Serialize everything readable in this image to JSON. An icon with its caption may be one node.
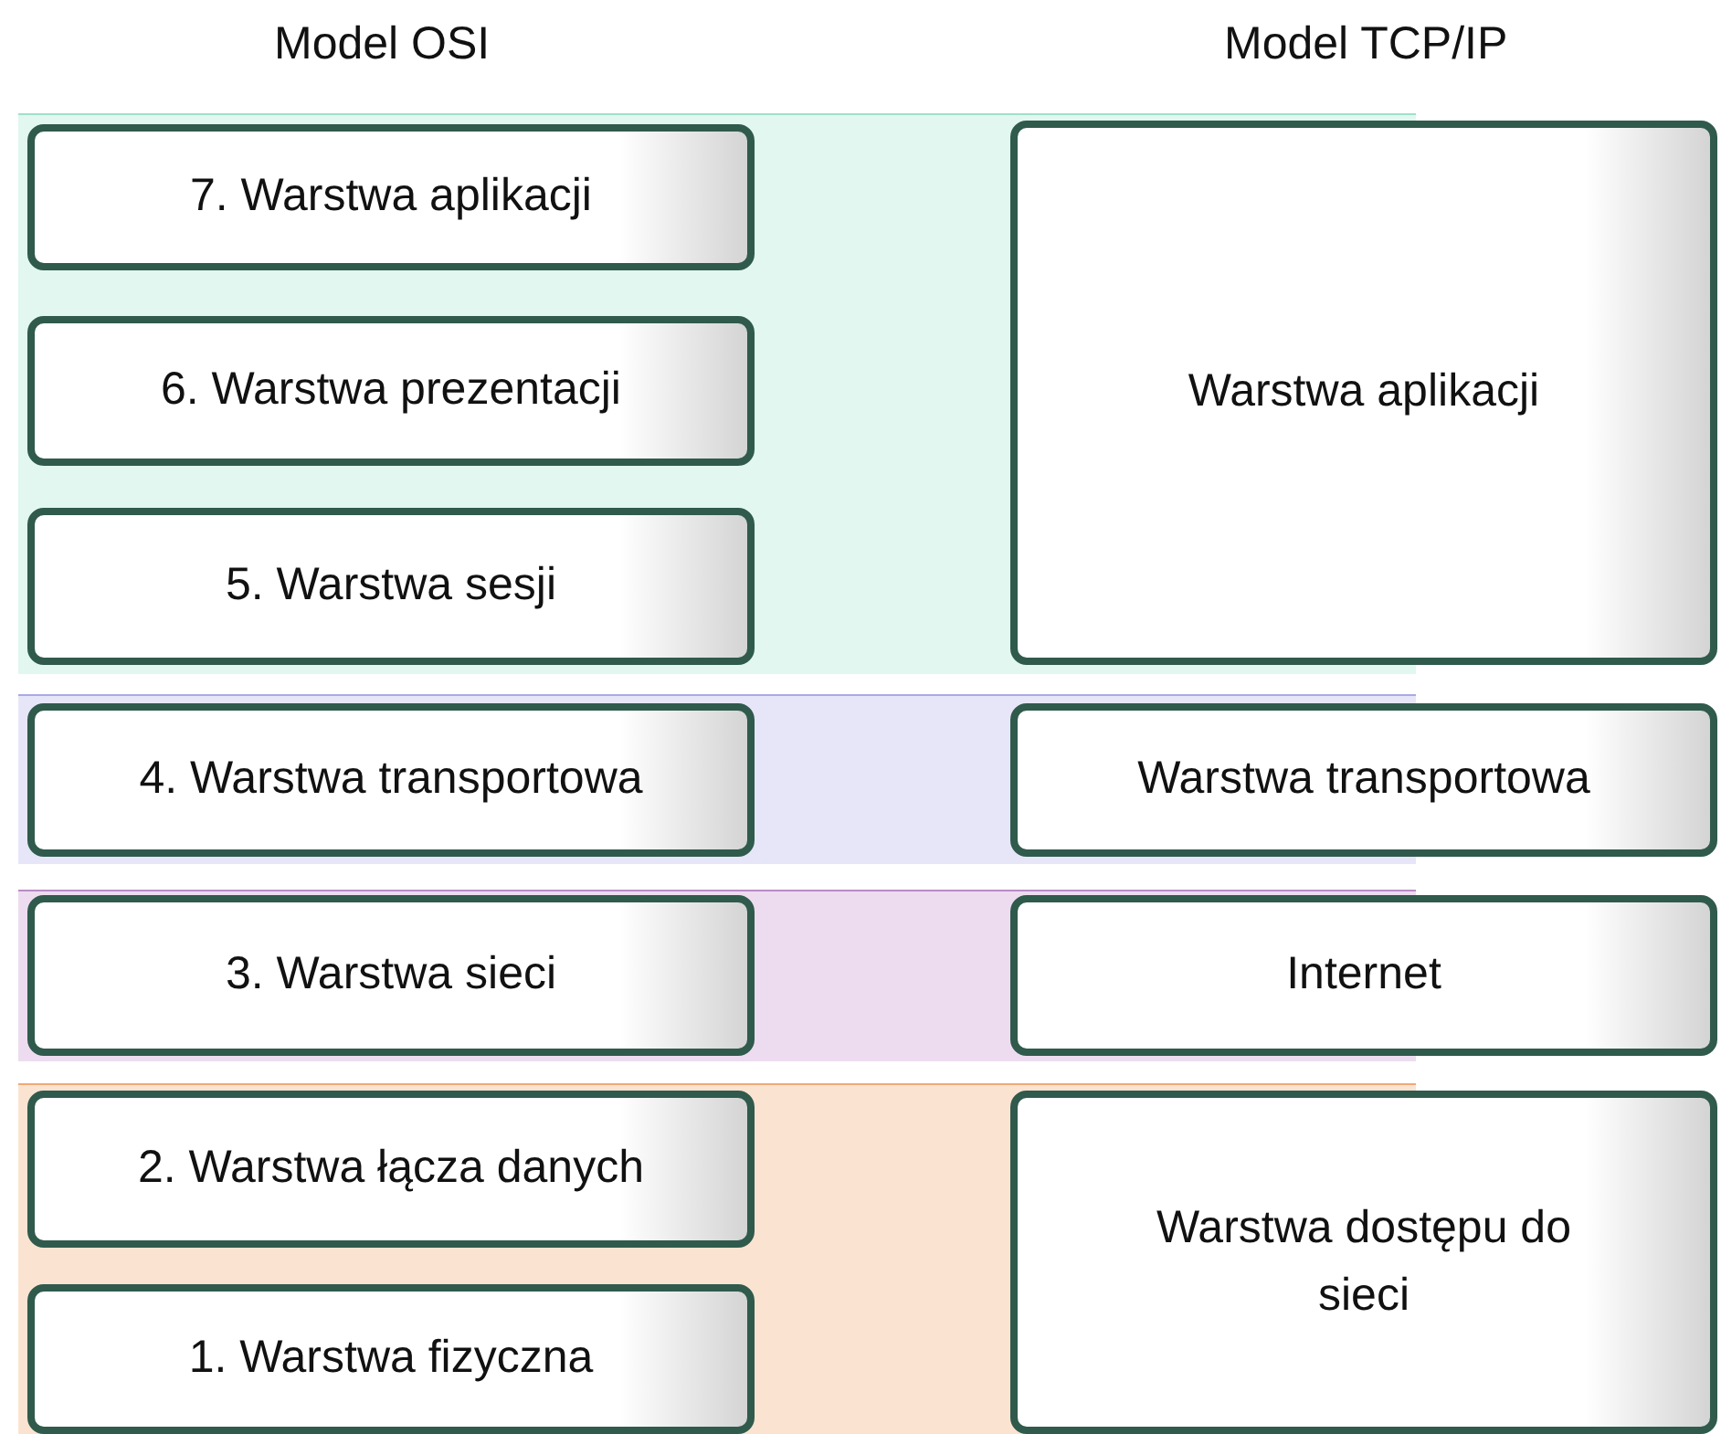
{
  "diagram": {
    "nodes": [
      {
        "text": [
          "7. Warstwa aplikacji"
        ]
      },
      {
        "text": [
          "6. Warstwa prezentacji"
        ]
      },
      {
        "text": [
          "5. Warstwa sesji"
        ]
      },
      {
        "text": [
          "4. Warstwa transportowa"
        ]
      },
      {
        "text": [
          "3. Warstwa sieci"
        ]
      },
      {
        "text": [
          "2. Warstwa łącza danych"
        ]
      },
      {
        "text": [
          "1. Warstwa fizyczna"
        ]
      },
      {
        "text": [
          "Warstwa aplikacji"
        ]
      },
      {
        "text": [
          "Warstwa transportowa"
        ]
      },
      {
        "text": [
          "Internet"
        ]
      },
      {
        "text": [
          "Warstwa dostępu do sieci"
        ]
      }
    ],
    "edges": [],
    "labels": [
      "Model OSI",
      "Model TCP/IP"
    ]
  }
}
